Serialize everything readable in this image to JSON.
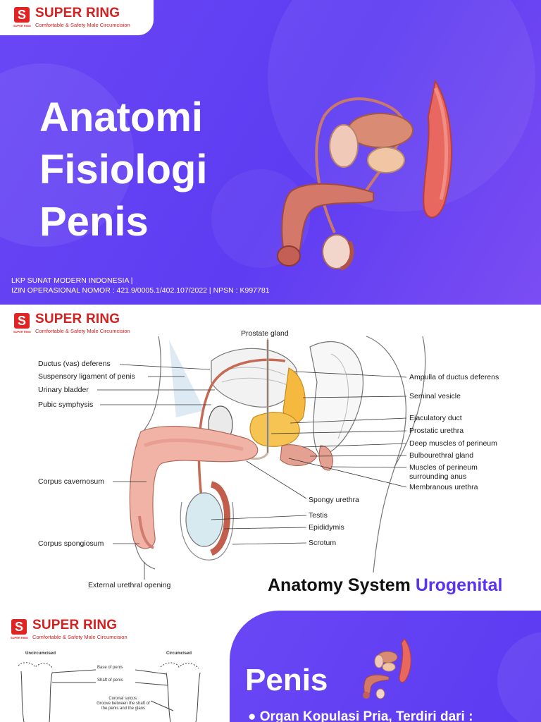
{
  "brand": {
    "name": "SUPER RING",
    "tagline": "Comfortable & Safety Male Circumcision",
    "mark": "S",
    "mark_sub": "SUPER RING",
    "color": "#d62020"
  },
  "slide1": {
    "title_lines": [
      "Anatomi",
      "Fisiologi",
      "Penis"
    ],
    "footer_line1": "LKP SUNAT MODERN INDONESIA |",
    "footer_line2": "IZIN OPERASIONAL NOMOR : 421.9/0005.1/402.107/2022 | NPSN : K997781",
    "bg_color": "#6a47f5"
  },
  "slide2": {
    "labels_left": [
      "Ductus (vas) deferens",
      "Suspensory ligament of penis",
      "Urinary bladder",
      "Pubic symphysis",
      "Corpus cavernosum",
      "Corpus spongiosum"
    ],
    "label_top": "Prostate gland",
    "labels_right": [
      "Ampulla of ductus deferens",
      "Seminal vesicle",
      "Ejaculatory duct",
      "Prostatic urethra",
      "Deep muscles of perineum",
      "Bulbourethral gland",
      "Muscles of perineum",
      "surrounding anus",
      "Membranous urethra"
    ],
    "labels_center": [
      "Spongy urethra",
      "Testis",
      "Epididymis",
      "Scrotum"
    ],
    "label_bottom": "External urethral opening",
    "caption_main": "Anatomy System",
    "caption_accent": "Urogenital",
    "accent_color": "#5b34f0"
  },
  "slide3": {
    "title": "Penis",
    "bullet": "Organ Kopulasi Pria, Terdiri dari :",
    "sketch": {
      "left_heading": "Uncircumcised",
      "right_heading": "Circumcised",
      "labels": [
        "Base of penis",
        "Shaft of penis",
        "Coronal sulcus:",
        "Groove between the shaft of",
        "the penis and the glans"
      ]
    }
  }
}
